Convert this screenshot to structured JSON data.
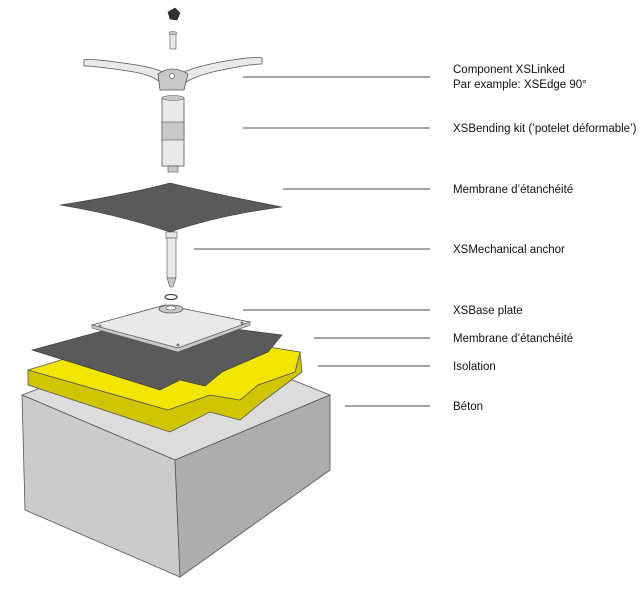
{
  "colors": {
    "concrete_front": "#cbcbcb",
    "concrete_side": "#adadad",
    "concrete_top": "#dcdcdc",
    "insulation_top": "#f2e600",
    "insulation_side": "#d1c400",
    "membrane": "#5a5a5a",
    "metal_light": "#e9e9e9",
    "metal_mid": "#c8c8c8",
    "outline": "#555555",
    "text": "#111111"
  },
  "labels": [
    {
      "id": "component",
      "line1": "Component XSLinked",
      "line2": "Par example: XSEdge 90°"
    },
    {
      "id": "bending-kit",
      "line1": "XSBending kit (’potelet déformable’)"
    },
    {
      "id": "membrane-upper",
      "line1": "Membrane d’étanchéité"
    },
    {
      "id": "mechanical-anchor",
      "line1": "XSMechanical anchor"
    },
    {
      "id": "base-plate",
      "line1": "XSBase plate"
    },
    {
      "id": "membrane-lower",
      "line1": "Membrane d’étanchéité"
    },
    {
      "id": "isolation",
      "line1": "Isolation"
    },
    {
      "id": "beton",
      "line1": "Béton"
    }
  ]
}
